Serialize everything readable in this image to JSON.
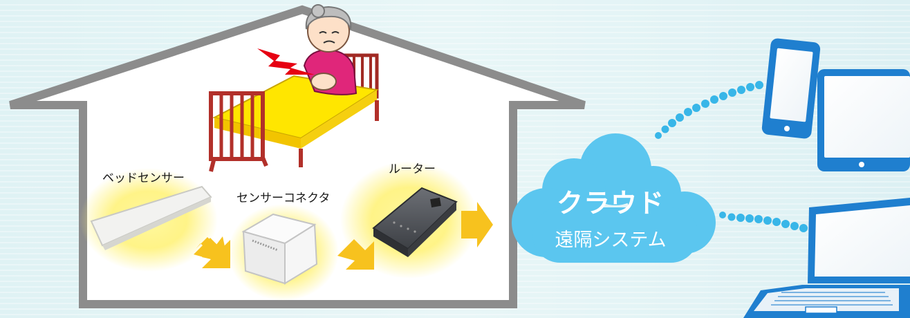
{
  "labels": {
    "bed_sensor": "ベッドセンサー",
    "sensor_connector": "センサーコネクタ",
    "router": "ルーター"
  },
  "cloud": {
    "title": "クラウド",
    "subtitle": "遠隔システム"
  },
  "colors": {
    "house_outline": "#8c8c8c",
    "arrow": "#f7c21e",
    "cloud": "#5bc6ef",
    "dots": "#38b6e8",
    "device": "#1f7fcf",
    "bed_frame": "#b2302a",
    "blanket": "#ffe600"
  }
}
